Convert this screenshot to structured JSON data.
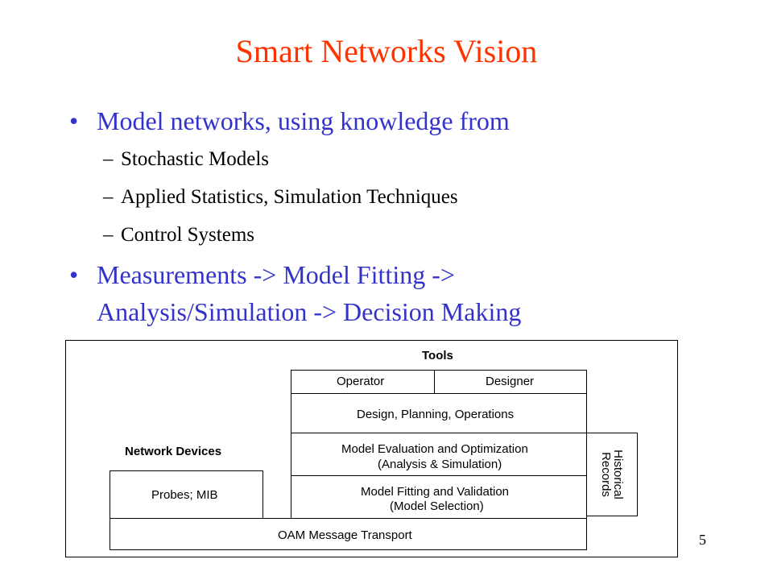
{
  "slide": {
    "title": "Smart Networks Vision",
    "page_number": "5"
  },
  "bullets": [
    {
      "marker": "•",
      "text": "Model networks, using knowledge from",
      "subitems": [
        {
          "marker": "–",
          "text": "Stochastic  Models"
        },
        {
          "marker": "–",
          "text": "Applied Statistics, Simulation Techniques"
        },
        {
          "marker": "–",
          "text": "Control Systems"
        }
      ]
    },
    {
      "marker": "•",
      "lines": [
        "Measurements -> Model Fitting ->",
        "Analysis/Simulation -> Decision Making"
      ]
    }
  ],
  "diagram": {
    "tools_label": "Tools",
    "network_devices_label": "Network Devices",
    "operator": "Operator",
    "designer": "Designer",
    "design_planning": "Design, Planning, Operations",
    "model_eval": [
      "Model Evaluation and Optimization",
      "(Analysis & Simulation)"
    ],
    "model_fitting": [
      "Model Fitting and Validation",
      "(Model Selection)"
    ],
    "historical": [
      "Historical",
      "Records"
    ],
    "probes": "Probes; MIB",
    "oam": "OAM Message Transport"
  },
  "colors": {
    "title": "#ff3300",
    "bullet_text": "#3333cc",
    "sub_text": "#000000"
  }
}
